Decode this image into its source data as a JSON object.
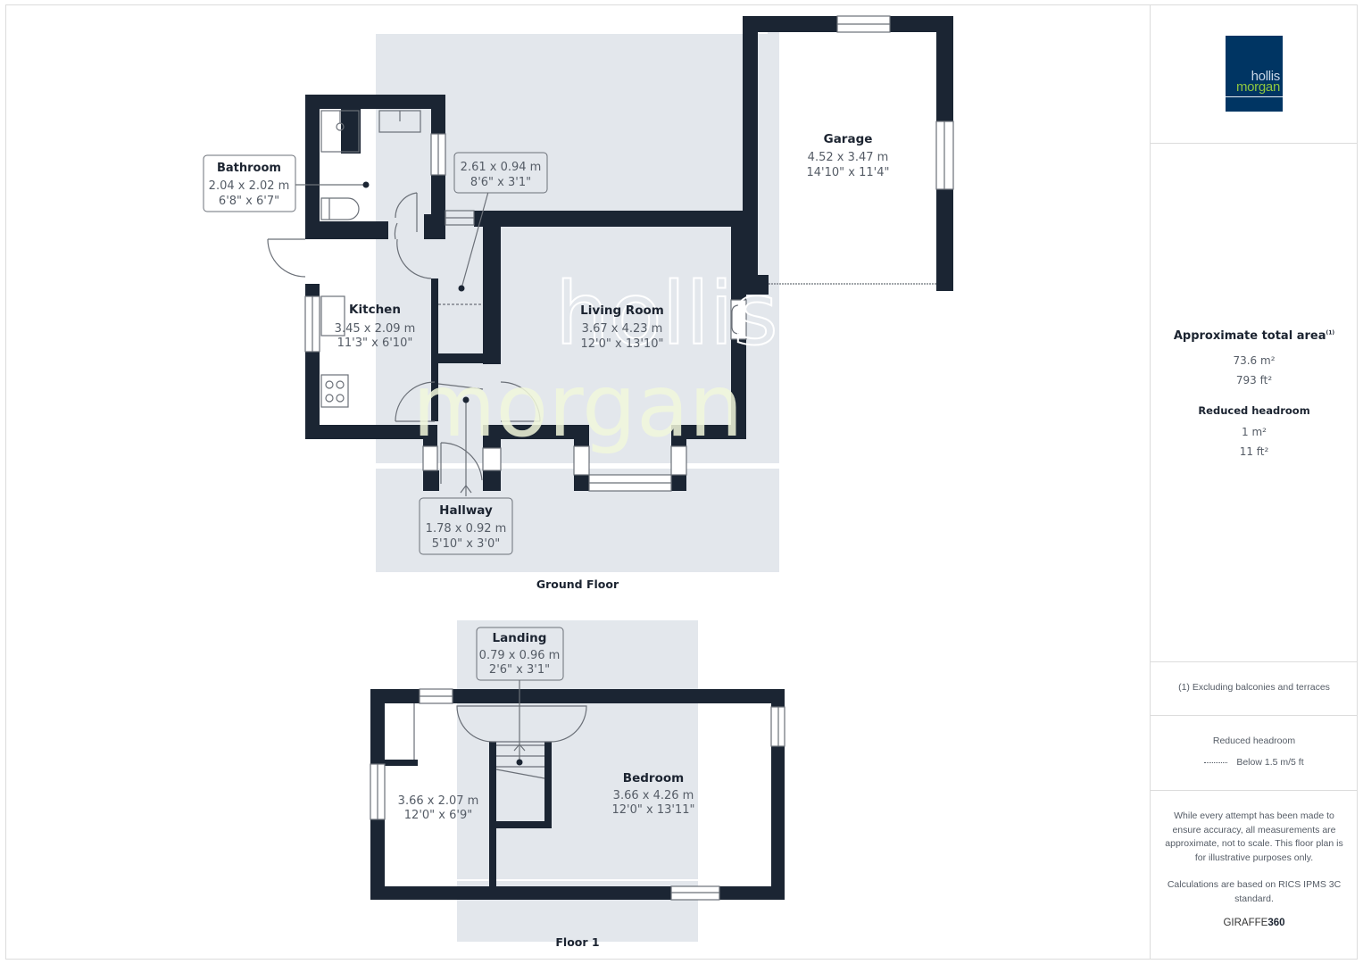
{
  "brand": {
    "logo_line1": "hollis",
    "logo_line2": "morgan",
    "logo_bg": "#003563",
    "logo_accent": "#8dc63f"
  },
  "summary": {
    "title": "Approximate total area",
    "title_footnote": "(1)",
    "total_m2": "73.6 m²",
    "total_ft2": "793 ft²",
    "reduced_title": "Reduced headroom",
    "reduced_m2": "1 m²",
    "reduced_ft2": "11 ft²"
  },
  "footnote": "(1) Excluding balconies and terraces",
  "legend": {
    "title": "Reduced headroom",
    "item": "Below 1.5 m/5 ft"
  },
  "disclaimer": "While every attempt has been made to ensure accuracy, all measurements are approximate, not to scale. This floor plan is for illustrative purposes only.",
  "calculation_note": "Calculations are based on RICS IPMS 3C standard.",
  "provider": {
    "prefix": "GIRAFFE",
    "suffix": "360"
  },
  "colors": {
    "wall": "#1b2533",
    "shade": "#e3e7ec",
    "watermark_grey": "#ffffff",
    "watermark_green": "#f2f8dc",
    "label_border": "#6b7078",
    "text_dark": "#1c2431",
    "text_muted": "#555c66"
  },
  "floors": [
    {
      "name": "Ground Floor",
      "rooms": [
        {
          "name": "Bathroom",
          "metric": "2.04 x 2.02 m",
          "imperial": "6'8\" x 6'7\"",
          "boxed": true
        },
        {
          "name": "",
          "metric": "2.61 x 0.94 m",
          "imperial": "8'6\" x 3'1\"",
          "boxed": true
        },
        {
          "name": "Garage",
          "metric": "4.52 x 3.47 m",
          "imperial": "14'10\" x 11'4\"",
          "boxed": false
        },
        {
          "name": "Kitchen",
          "metric": "3.45 x 2.09 m",
          "imperial": "11'3\" x 6'10\"",
          "boxed": false
        },
        {
          "name": "Living Room",
          "metric": "3.67 x 4.23 m",
          "imperial": "12'0\" x 13'10\"",
          "boxed": false
        },
        {
          "name": "Hallway",
          "metric": "1.78 x 0.92 m",
          "imperial": "5'10\" x 3'0\"",
          "boxed": true
        }
      ]
    },
    {
      "name": "Floor 1",
      "rooms": [
        {
          "name": "Landing",
          "metric": "0.79 x 0.96 m",
          "imperial": "2'6\" x 3'1\"",
          "boxed": true
        },
        {
          "name": "",
          "metric": "3.66 x 2.07 m",
          "imperial": "12'0\" x 6'9\"",
          "boxed": false
        },
        {
          "name": "Bedroom",
          "metric": "3.66 x 4.26 m",
          "imperial": "12'0\" x 13'11\"",
          "boxed": false
        }
      ]
    }
  ]
}
